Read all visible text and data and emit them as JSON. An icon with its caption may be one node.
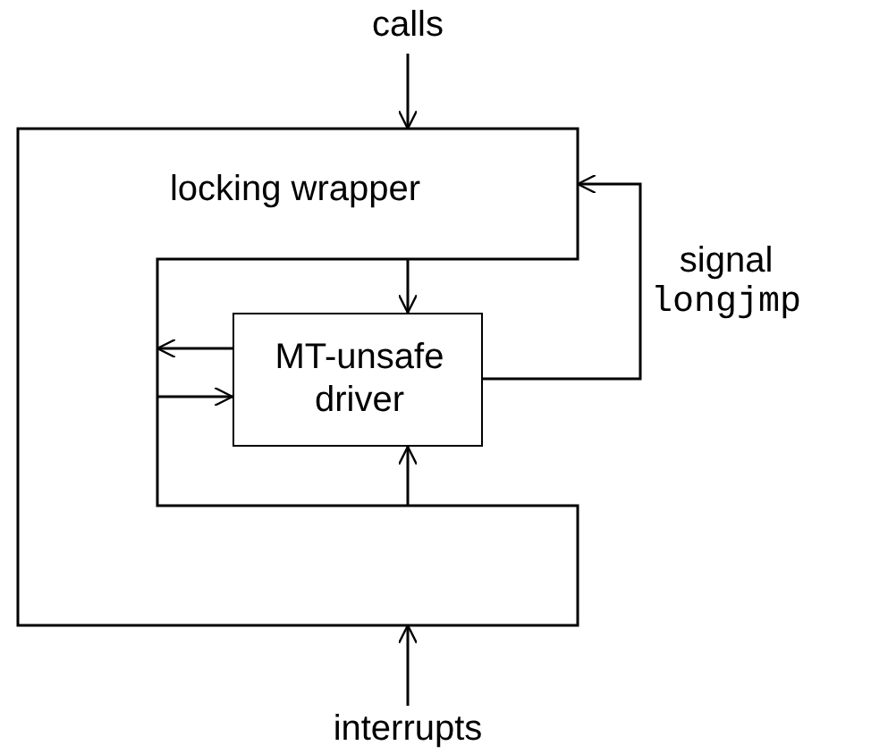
{
  "diagram": {
    "nodes": [
      {
        "text": [
          "calls"
        ]
      },
      {
        "text": [
          "locking wrapper"
        ]
      },
      {
        "text": [
          "MT-unsafe driver"
        ],
        "in": 1
      },
      {
        "text": [
          "interrupts"
        ]
      }
    ],
    "edges": [
      {
        "from": 0,
        "to": 1,
        "arrow": "to"
      },
      {
        "from": 1,
        "to": 2,
        "arrow": "to"
      },
      {
        "from": 2,
        "to": 1,
        "arrow": "to"
      },
      {
        "from": 1,
        "to": 2,
        "arrow": "to"
      },
      {
        "from": 1,
        "to": 2,
        "arrow": "to"
      },
      {
        "from": 2,
        "to": 1,
        "arrow": "to",
        "label": "signal longjmp"
      },
      {
        "from": 3,
        "to": 1,
        "arrow": "to"
      }
    ]
  }
}
